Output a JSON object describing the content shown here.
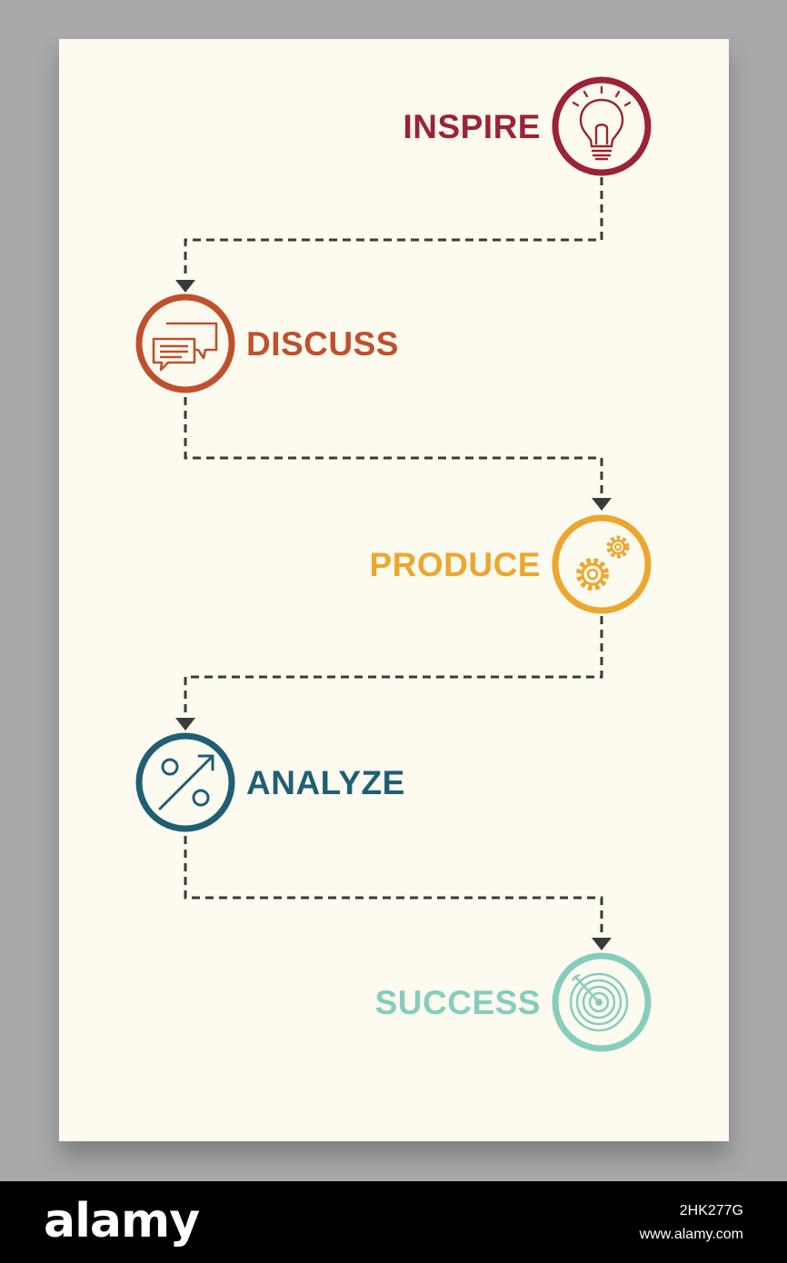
{
  "steps": [
    {
      "label": "INSPIRE",
      "color": "#9b2335",
      "icon": "lightbulb-icon"
    },
    {
      "label": "DISCUSS",
      "color": "#c0502d",
      "icon": "chat-bubbles-icon"
    },
    {
      "label": "PRODUCE",
      "color": "#eda62f",
      "icon": "gears-icon"
    },
    {
      "label": "ANALYZE",
      "color": "#1f5f73",
      "icon": "percent-growth-icon"
    },
    {
      "label": "SUCCESS",
      "color": "#86cdbd",
      "icon": "target-icon"
    }
  ],
  "connector_color": "#3a3a3a",
  "watermark": {
    "brand": "alamy",
    "image_id": "2HK277G",
    "site": "www.alamy.com"
  }
}
